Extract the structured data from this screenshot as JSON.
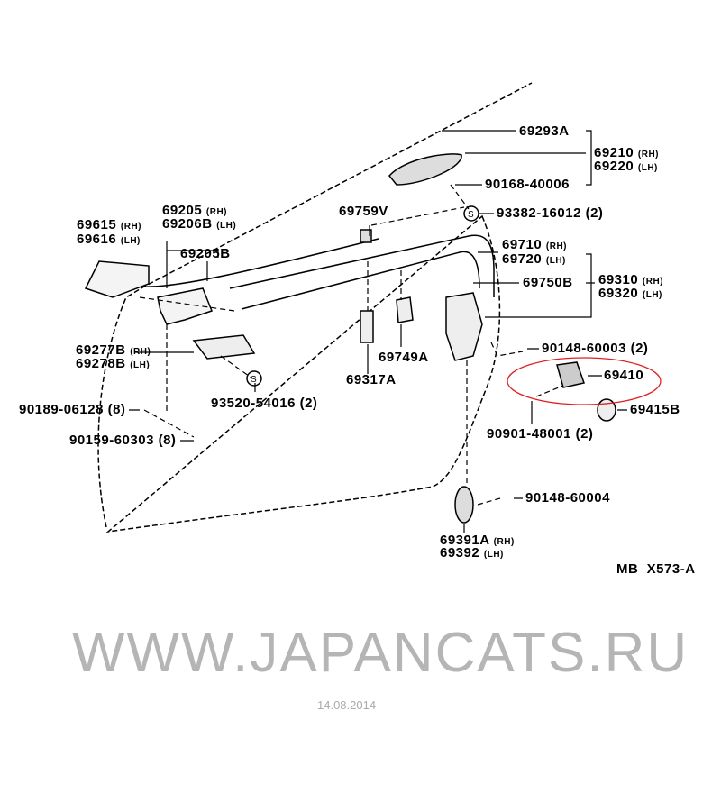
{
  "parts": {
    "p69293A": "69293A",
    "p69210": "69210",
    "p69220": "69220",
    "p90168": "90168-40006",
    "p93382": "93382-16012 (2)",
    "p69759V": "69759V",
    "p69205": "69205",
    "p69206B": "69206B",
    "p69615": "69615",
    "p69616": "69616",
    "p69205B": "69205B",
    "p69710": "69710",
    "p69720": "69720",
    "p69750B": "69750B",
    "p69310": "69310",
    "p69320": "69320",
    "p69277B": "69277B",
    "p69278B": "69278B",
    "p69749A": "69749A",
    "p69317A": "69317A",
    "p90148a": "90148-60003 (2)",
    "p69410": "69410",
    "p93520": "93520-54016 (2)",
    "p69415B": "69415B",
    "p90189": "90189-06128 (8)",
    "p90901": "90901-48001 (2)",
    "p90159": "90159-60303 (8)",
    "p90148b": "90148-60004",
    "p69391A": "69391A",
    "p69392": "69392"
  },
  "side": {
    "rh": "(RH)",
    "lh": "(LH)"
  },
  "diagram_code": "MB  X573-A",
  "watermark": "WWW.JAPANCATS.RU",
  "date": "14.08.2014",
  "highlight_color": "#e02020"
}
